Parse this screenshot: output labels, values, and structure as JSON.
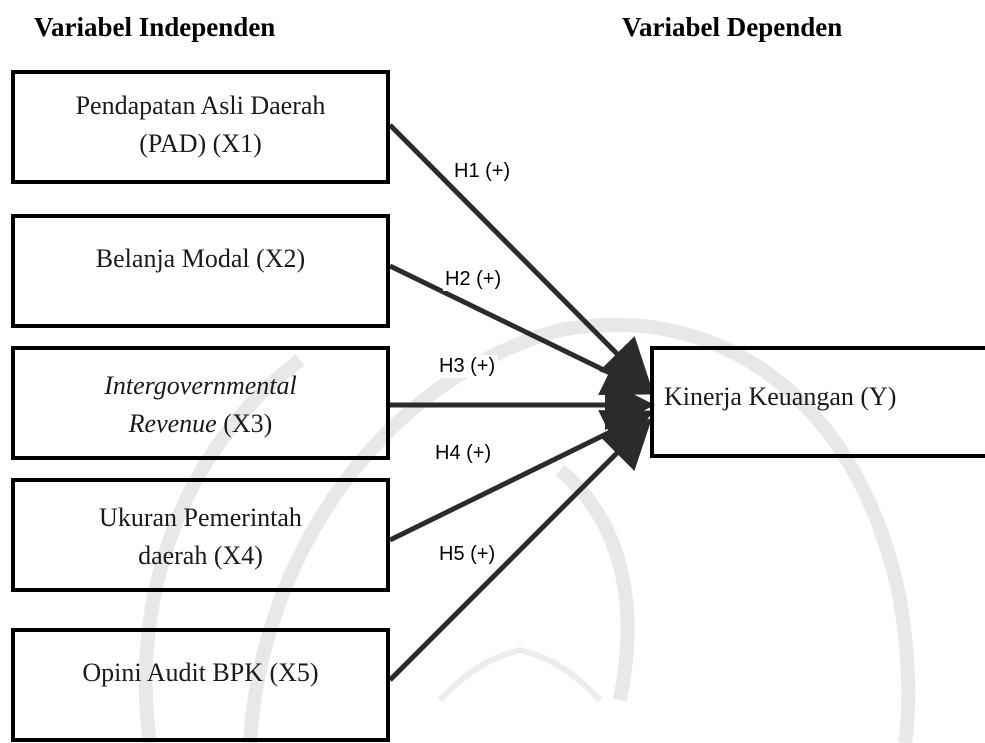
{
  "headings": {
    "independent": "Variabel Independen",
    "dependent": "Variabel Dependen"
  },
  "independent_vars": [
    {
      "line1": "Pendapatan Asli Daerah",
      "line2": "(PAD) (X1)"
    },
    {
      "line1": "Belanja Modal (X2)"
    },
    {
      "line1_italic": "Intergovernmental",
      "line2_italic": "Revenue",
      "line2_rest": " (X3)"
    },
    {
      "line1": "Ukuran Pemerintah",
      "line2": "daerah (X4)"
    },
    {
      "line1": "Opini Audit BPK (X5)"
    }
  ],
  "dependent_var": {
    "label": "Kinerja Keuangan (Y)"
  },
  "hypotheses": [
    {
      "label": "H1 (+)"
    },
    {
      "label": "H2 (+)"
    },
    {
      "label": "H3 (+)"
    },
    {
      "label": "H4 (+)"
    },
    {
      "label": "H5 (+)"
    }
  ],
  "colors": {
    "line": "#2b2b2b",
    "box_border": "#000000",
    "watermark": "#e6e6e6"
  }
}
